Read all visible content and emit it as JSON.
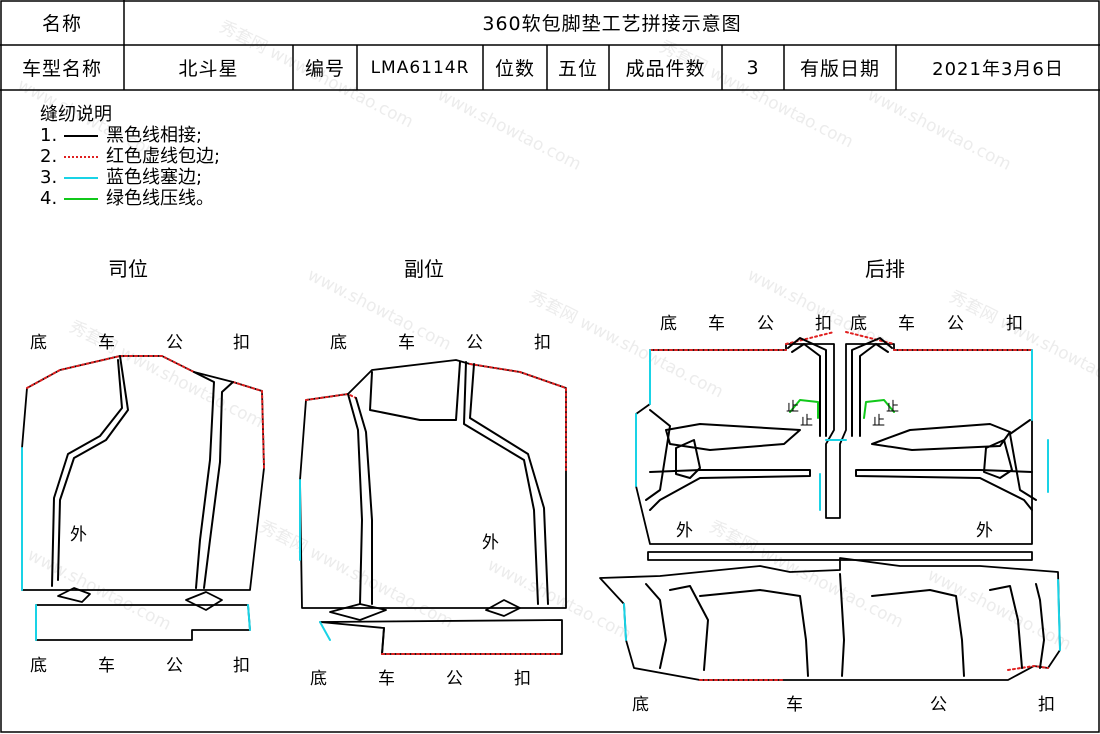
{
  "header": {
    "name_label": "名称",
    "name_value": "360软包脚垫工艺拼接示意图",
    "model_label": "车型名称",
    "model_value": "北斗星",
    "code_label": "编号",
    "code_value": "LMA6114R",
    "seats_label": "位数",
    "seats_value": "五位",
    "pieces_label": "成品件数",
    "pieces_value": "3",
    "date_label": "有版日期",
    "date_value": "2021年3月6日"
  },
  "legend": {
    "title": "缝纫说明",
    "items": [
      {
        "num": "1.",
        "text": "黑色线相接;",
        "color": "#000000",
        "style": "solid"
      },
      {
        "num": "2.",
        "text": "红色虚线包边;",
        "color": "#e02020",
        "style": "dotted"
      },
      {
        "num": "3.",
        "text": "蓝色线塞边;",
        "color": "#19d3e6",
        "style": "solid"
      },
      {
        "num": "4.",
        "text": "绿色线压线。",
        "color": "#11c81a",
        "style": "solid"
      }
    ]
  },
  "sections": {
    "driver": "司位",
    "passenger": "副位",
    "rear": "后排"
  },
  "edge_labels": {
    "di": "底",
    "che": "车",
    "gong": "公",
    "kou": "扣",
    "wai": "外",
    "zhi": "止"
  },
  "watermark": {
    "cn": "秀套网",
    "url": "www.showtao.com"
  },
  "colors": {
    "line": "#000000",
    "red": "#e02020",
    "blue": "#19d3e6",
    "green": "#11c81a"
  }
}
